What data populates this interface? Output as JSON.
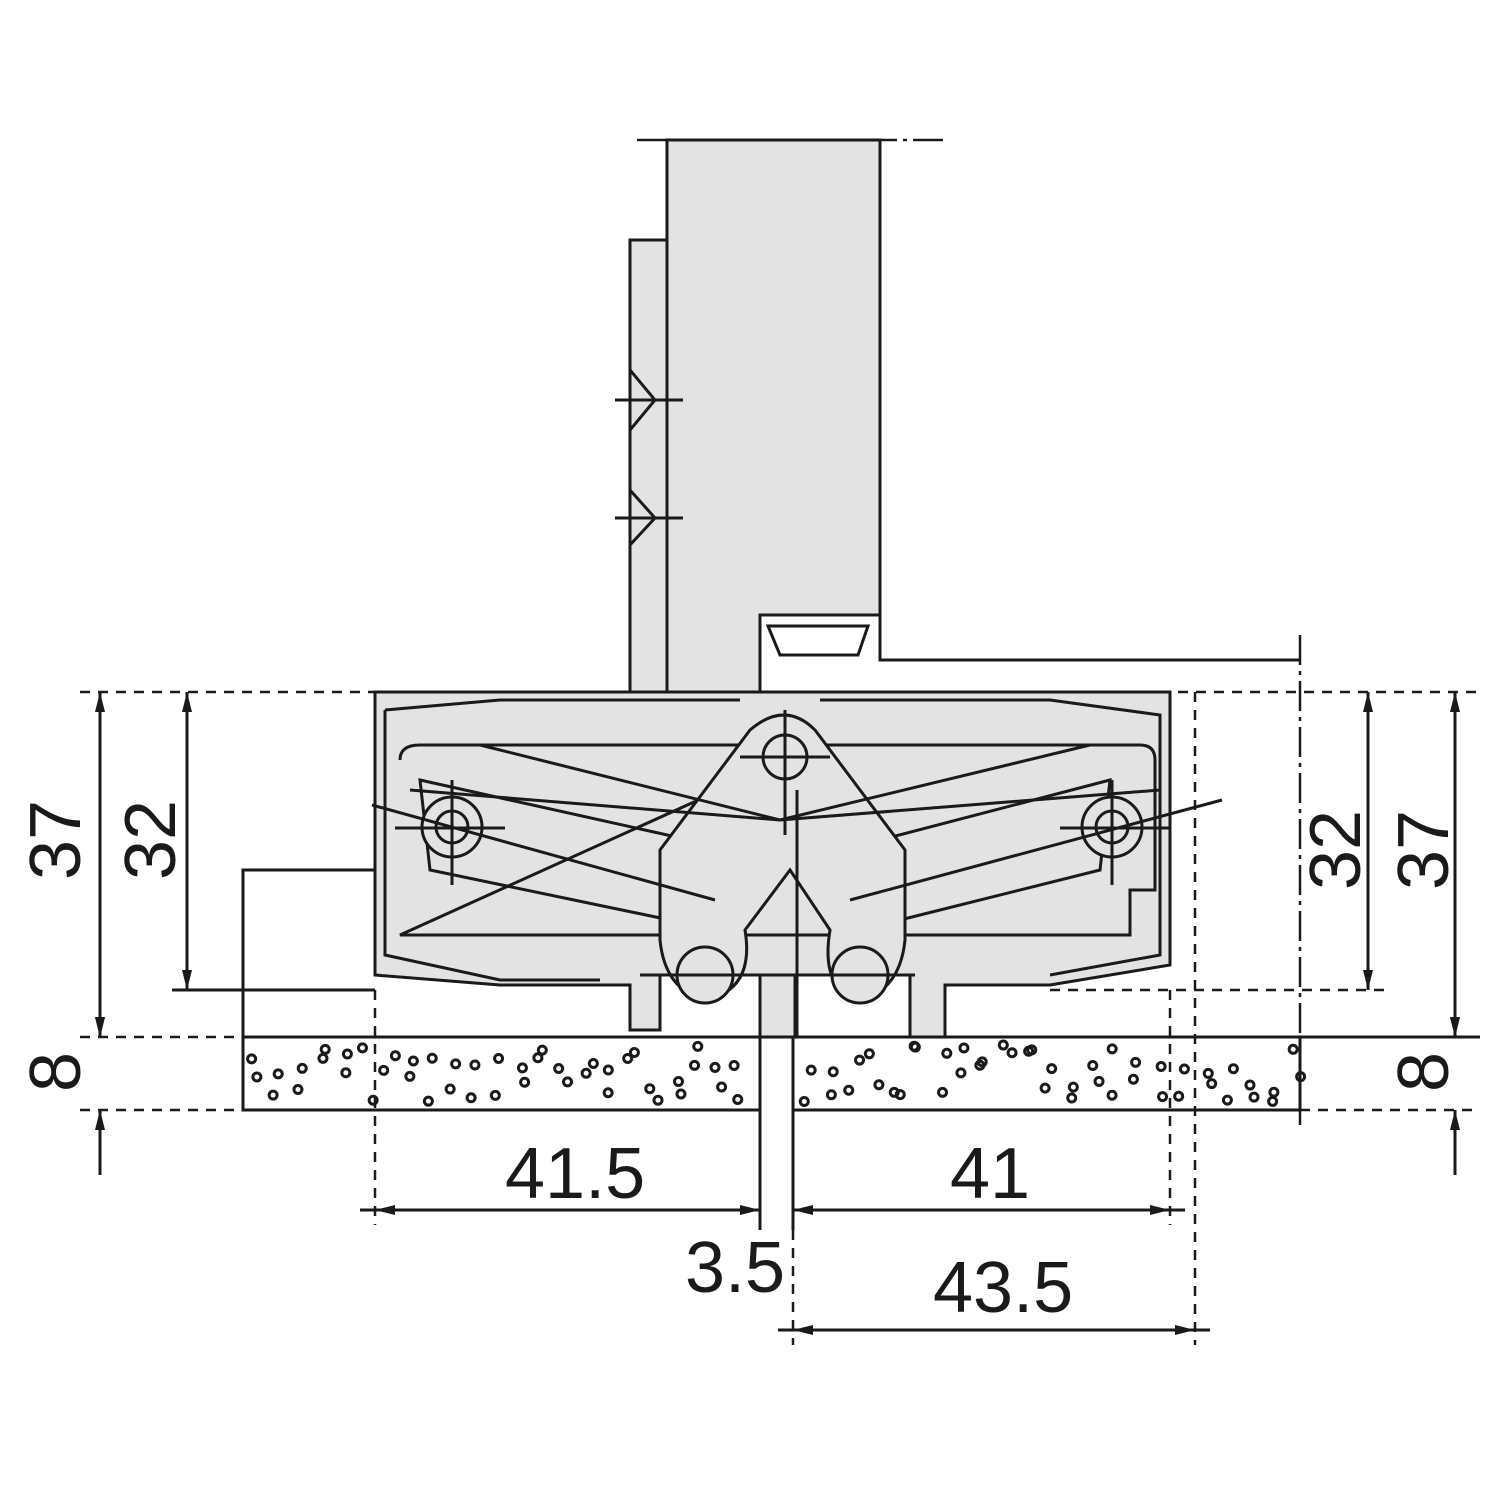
{
  "title": "Concealed hinge installation dimensions",
  "dimensions": {
    "left_total_height": "37",
    "left_body_height": "32",
    "left_board_thickness": "8",
    "right_body_height": "32",
    "right_total_height": "37",
    "right_board_thickness": "8",
    "left_width": "41.5",
    "right_width": "41",
    "gap": "3.5",
    "right_total_width": "43.5"
  },
  "colors": {
    "line": "#1a1a1a",
    "fill": "#e3e3e3"
  }
}
